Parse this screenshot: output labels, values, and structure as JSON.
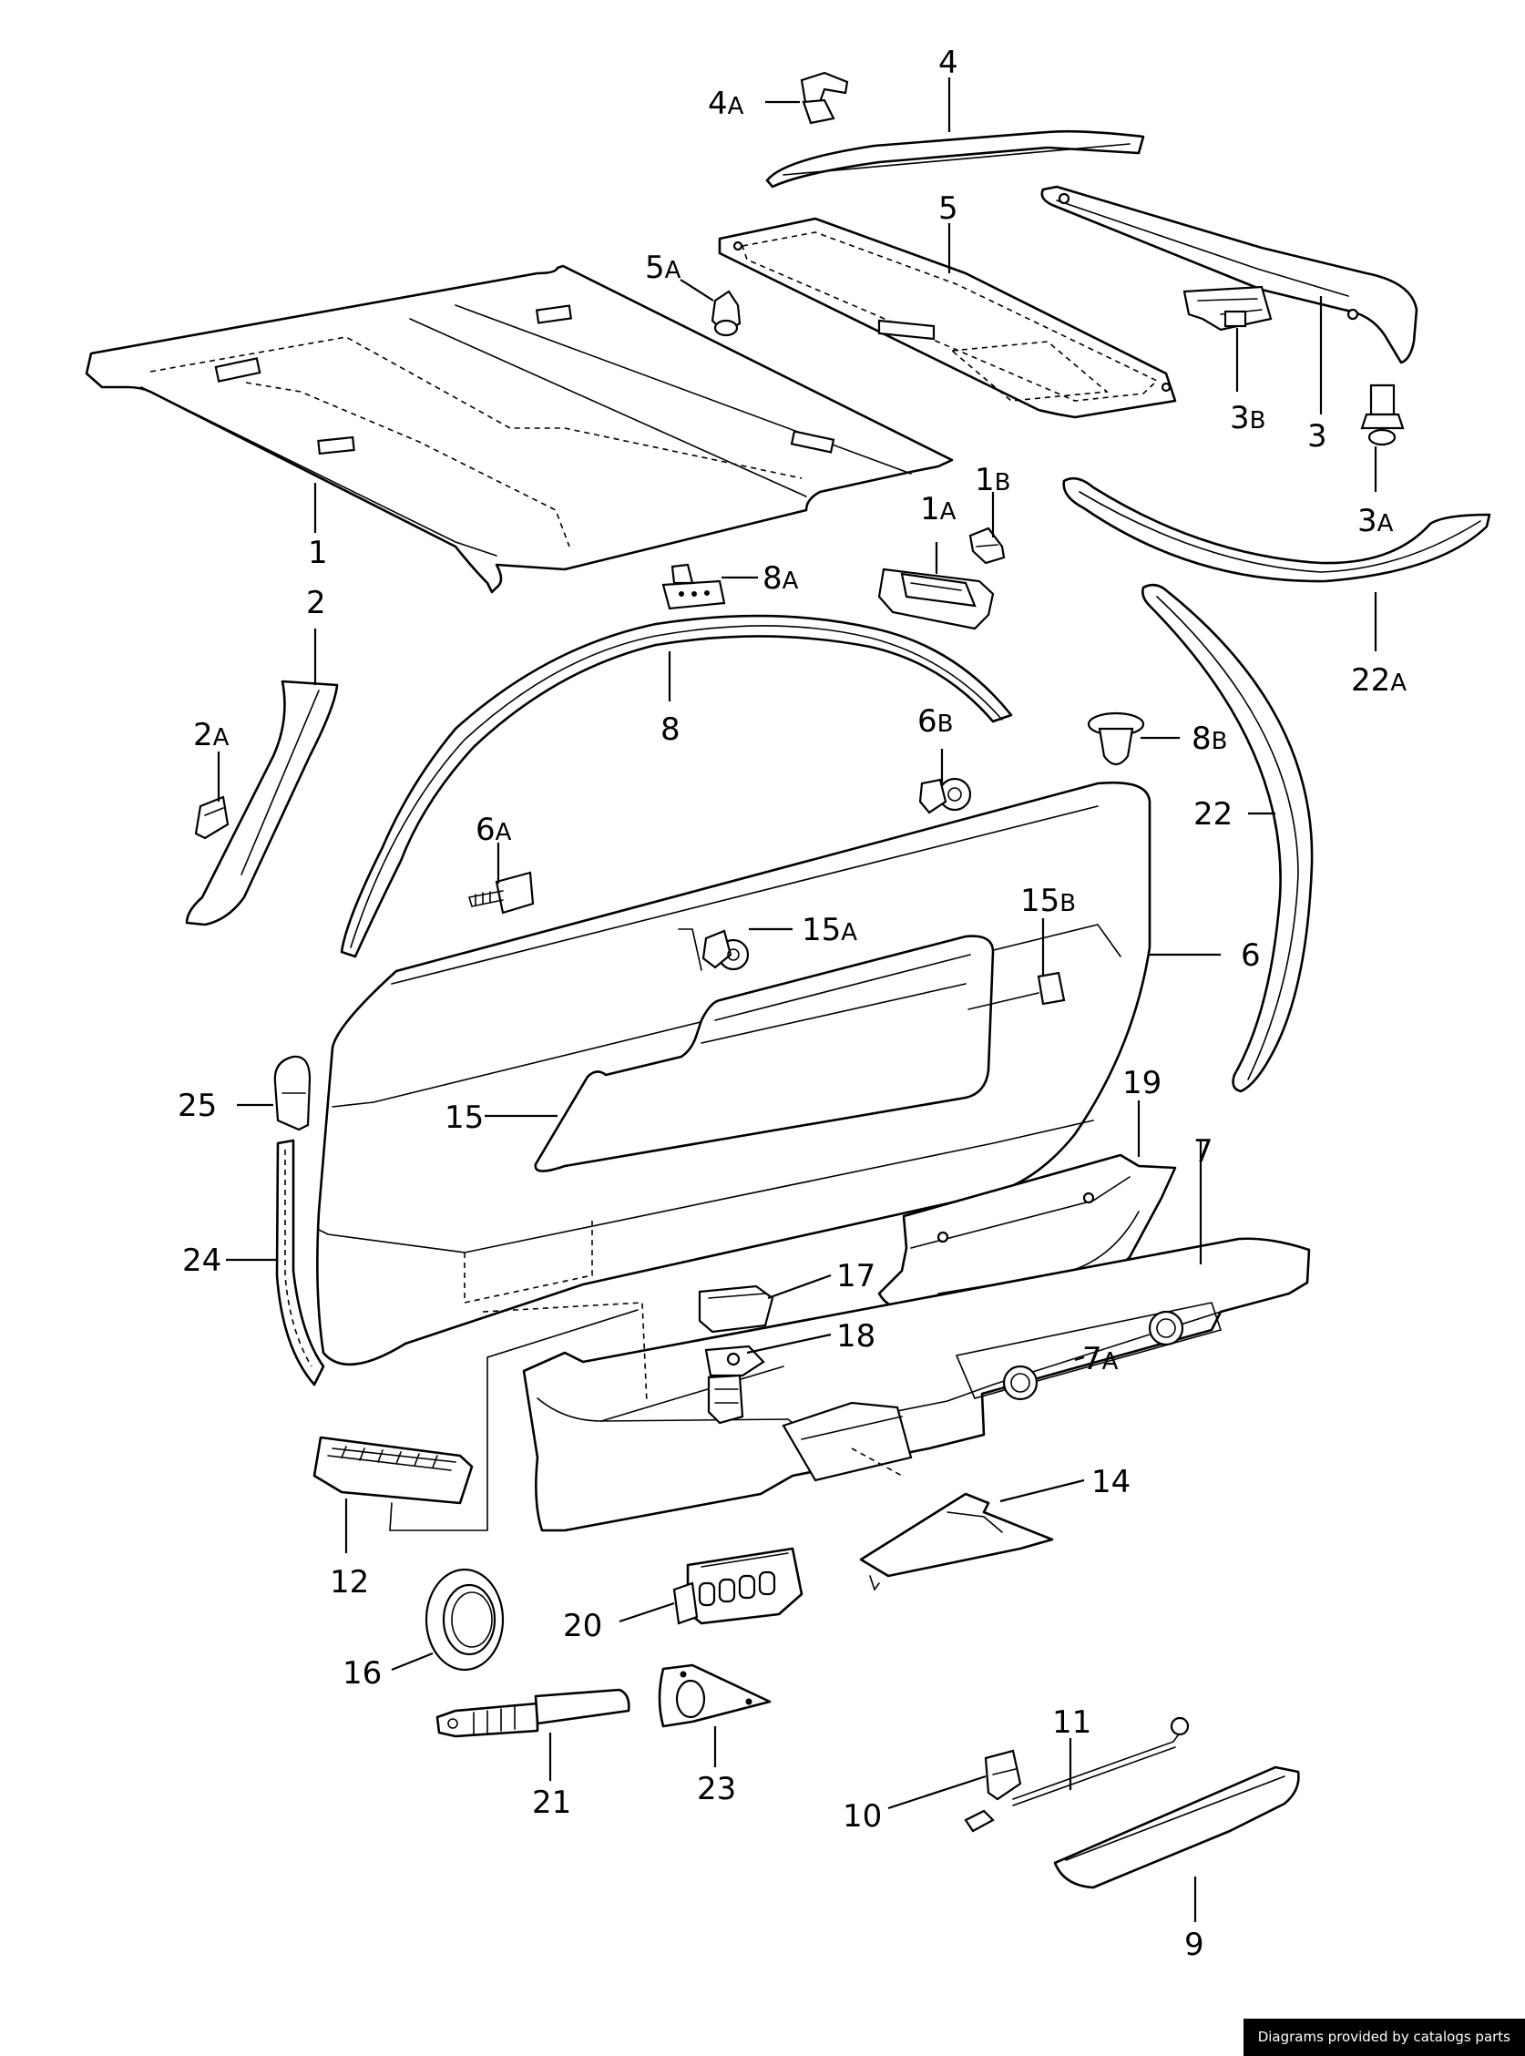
{
  "callouts": [
    {
      "id": "p1",
      "main": "1",
      "sub": ""
    },
    {
      "id": "p1a",
      "main": "1",
      "sub": "A"
    },
    {
      "id": "p1b",
      "main": "1",
      "sub": "B"
    },
    {
      "id": "p2",
      "main": "2",
      "sub": ""
    },
    {
      "id": "p2a",
      "main": "2",
      "sub": "A"
    },
    {
      "id": "p3",
      "main": "3",
      "sub": ""
    },
    {
      "id": "p3a",
      "main": "3",
      "sub": "A"
    },
    {
      "id": "p3b",
      "main": "3",
      "sub": "B"
    },
    {
      "id": "p4",
      "main": "4",
      "sub": ""
    },
    {
      "id": "p4a",
      "main": "4",
      "sub": "A"
    },
    {
      "id": "p5",
      "main": "5",
      "sub": ""
    },
    {
      "id": "p5a",
      "main": "5",
      "sub": "A"
    },
    {
      "id": "p6",
      "main": "6",
      "sub": ""
    },
    {
      "id": "p6a",
      "main": "6",
      "sub": "A"
    },
    {
      "id": "p6b",
      "main": "6",
      "sub": "B"
    },
    {
      "id": "p7",
      "main": "7",
      "sub": ""
    },
    {
      "id": "p7a",
      "main": "7",
      "sub": "A"
    },
    {
      "id": "p8",
      "main": "8",
      "sub": ""
    },
    {
      "id": "p8a",
      "main": "8",
      "sub": "A"
    },
    {
      "id": "p8b",
      "main": "8",
      "sub": "B"
    },
    {
      "id": "p9",
      "main": "9",
      "sub": ""
    },
    {
      "id": "p10",
      "main": "10",
      "sub": ""
    },
    {
      "id": "p11",
      "main": "11",
      "sub": ""
    },
    {
      "id": "p12",
      "main": "12",
      "sub": ""
    },
    {
      "id": "p14",
      "main": "14",
      "sub": ""
    },
    {
      "id": "p15",
      "main": "15",
      "sub": ""
    },
    {
      "id": "p15a",
      "main": "15",
      "sub": "A"
    },
    {
      "id": "p15b",
      "main": "15",
      "sub": "B"
    },
    {
      "id": "p16",
      "main": "16",
      "sub": ""
    },
    {
      "id": "p17",
      "main": "17",
      "sub": ""
    },
    {
      "id": "p18",
      "main": "18",
      "sub": ""
    },
    {
      "id": "p19",
      "main": "19",
      "sub": ""
    },
    {
      "id": "p20",
      "main": "20",
      "sub": ""
    },
    {
      "id": "p21",
      "main": "21",
      "sub": ""
    },
    {
      "id": "p22",
      "main": "22",
      "sub": ""
    },
    {
      "id": "p22a",
      "main": "22",
      "sub": "A"
    },
    {
      "id": "p23",
      "main": "23",
      "sub": ""
    },
    {
      "id": "p24",
      "main": "24",
      "sub": ""
    },
    {
      "id": "p25",
      "main": "25",
      "sub": ""
    }
  ],
  "footer": {
    "credit": "Diagrams provided by catalogs parts"
  },
  "colors": {
    "line": "#000000",
    "background": "#ffffff",
    "footer_bg": "#000000",
    "footer_text": "#ffffff"
  }
}
